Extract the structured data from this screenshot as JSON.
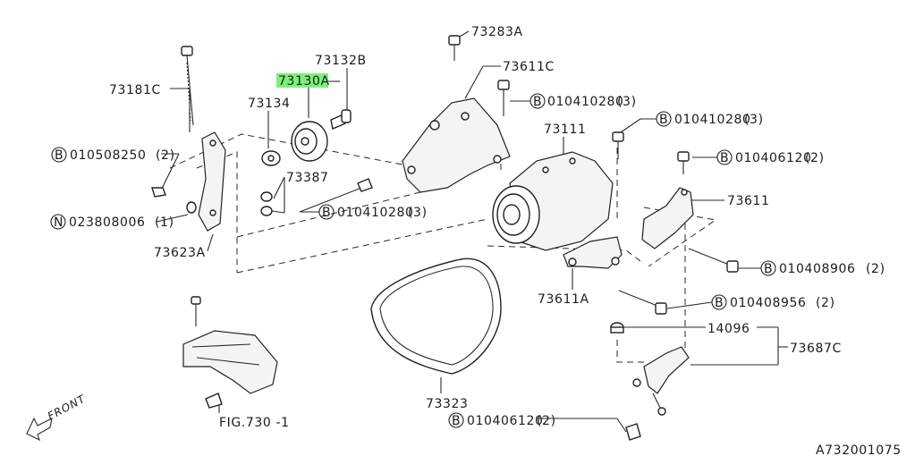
{
  "diagram": {
    "labels": {
      "p73283A": "73283A",
      "p73611C": "73611C",
      "p73132B": "73132B",
      "p73130A": "73130A",
      "p73181C": "73181C",
      "p73134": "73134",
      "p73387": "73387",
      "p73111": "73111",
      "p73611": "73611",
      "p73623A": "73623A",
      "p73611A": "73611A",
      "p14096": "14096",
      "p73687C": "73687C",
      "p73323": "73323",
      "fig730": "FIG.730 -1",
      "front": "FRONT",
      "code": "A732001075"
    },
    "bolts": {
      "b1": {
        "prefix": "B",
        "num": "010410280",
        "qty": "(3)"
      },
      "b2": {
        "prefix": "B",
        "num": "010410280",
        "qty": "(3)"
      },
      "b3": {
        "prefix": "B",
        "num": "010406120",
        "qty": "(2)"
      },
      "b4": {
        "prefix": "B",
        "num": "010508250",
        "qty": "(2)"
      },
      "b5": {
        "prefix": "N",
        "num": "023808006",
        "qty": "(1)"
      },
      "b6": {
        "prefix": "B",
        "num": "010410280",
        "qty": "(3)"
      },
      "b7": {
        "prefix": "B",
        "num": "010408906",
        "qty": "(2)"
      },
      "b8": {
        "prefix": "B",
        "num": "010408956",
        "qty": "(2)"
      },
      "b9": {
        "prefix": "B",
        "num": "010406120",
        "qty": "(2)"
      }
    },
    "highlight_color": "#7cf07a"
  }
}
